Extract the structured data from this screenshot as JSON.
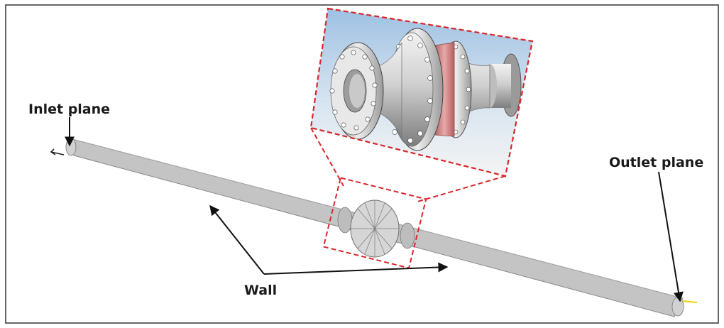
{
  "labels": {
    "inlet": "Inlet plane",
    "outlet": "Outlet plane",
    "wall": "Wall"
  },
  "colors": {
    "pipe": "#c4c4c4",
    "pipe_edge": "#8a8a8a",
    "callout": "#d8262a",
    "arrow": "#111111",
    "flange_gasket": "#c97b7b",
    "inset_bg": "#b7cfe6"
  }
}
